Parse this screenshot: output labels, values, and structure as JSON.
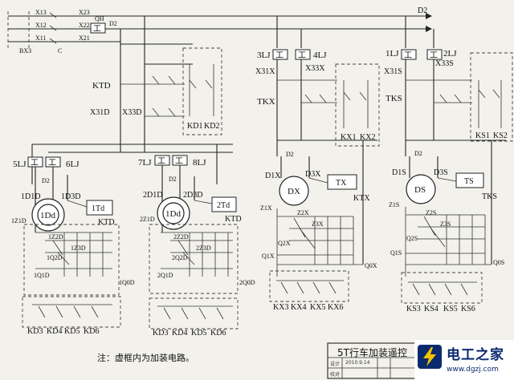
{
  "labels": {
    "x13": "X13",
    "x23": "X23",
    "x12": "X12",
    "x22": "X22",
    "x11": "X11",
    "x21": "X21",
    "qh": "QH",
    "bx3": "BX3",
    "c": "C",
    "d2_top": "D2",
    "d2_bus": "D2",
    "d2_right": "D2",
    "ktd": "KTD",
    "x31d": "X31D",
    "x33d": "X33D",
    "kd1": "KD1",
    "kd2": "KD2",
    "lj3": "3LJ",
    "lj4": "4LJ",
    "x31x": "X31X",
    "x33x": "X33X",
    "tkx": "TKX",
    "kx1": "KX1",
    "kx2": "KX2",
    "lj1": "1LJ",
    "lj2": "2LJ",
    "x31s": "X31S",
    "x33s": "X33S",
    "tks": "TKS",
    "ks1": "KS1",
    "ks2": "KS2",
    "lj5": "5LJ",
    "lj6": "6LJ",
    "lj7": "7LJ",
    "lj8": "8LJ",
    "d1d1": "1D1D",
    "d3d1": "1D3D",
    "td1": "1Td",
    "dd1": "1Dd",
    "z1d1": "1Z1D",
    "ktd_1": "KTD",
    "z2d1": "1Z2D",
    "z3d1": "1Z3D",
    "q2d1": "1Q2D",
    "q1d1": "1Q1D",
    "q0d1": "1Q0D",
    "d1d2": "2D1D",
    "d3d2": "2D3D",
    "td2": "2Td",
    "dd2": "1Dd",
    "z1d2": "2Z1D",
    "ktd_2": "KTD",
    "z2d2": "2Z2D",
    "z3d2": "2Z3D",
    "q2d2": "2Q2D",
    "q1d2": "2Q1D",
    "q0d2": "2Q0D",
    "d1x": "D1X",
    "d3x": "D3X",
    "dx": "DX",
    "tx": "TX",
    "ktx": "KTX",
    "z1x": "Z1X",
    "z2x": "Z2X",
    "z3x": "Z3X",
    "q2x": "Q2X",
    "q1x": "Q1X",
    "q0x": "Q0X",
    "d2_dx": "D2",
    "d1s": "D1S",
    "d3s": "D3S",
    "ds": "DS",
    "ts": "TS",
    "tks2": "TKS",
    "z1s": "Z1S",
    "z2s": "Z2S",
    "z3s": "Z3S",
    "q2s": "Q2S",
    "q1s": "Q1S",
    "q0s": "Q0S",
    "d2_ds": "D2",
    "d2_1": "D2",
    "d2_2": "D2",
    "kd3a": "KD3",
    "kd4a": "KD4",
    "kd5a": "KD5",
    "kd6a": "KD6",
    "kd3b": "KD3",
    "kd4b": "KD4",
    "kd5b": "KD5",
    "kd6b": "KD6",
    "kx3": "KX3",
    "kx4": "KX4",
    "kx5": "KX5",
    "kx6": "KX6",
    "ks3": "KS3",
    "ks4": "KS4",
    "ks5": "KS5",
    "ks6": "KS6"
  },
  "note": "注：虚框内为加装电路。",
  "title_block": {
    "title": "5T行车加装遥控",
    "date": "2010.9.14",
    "row1": "设计",
    "row2": "校对"
  },
  "watermark": {
    "name": "电工之家",
    "url": "www.dgzj.com"
  }
}
